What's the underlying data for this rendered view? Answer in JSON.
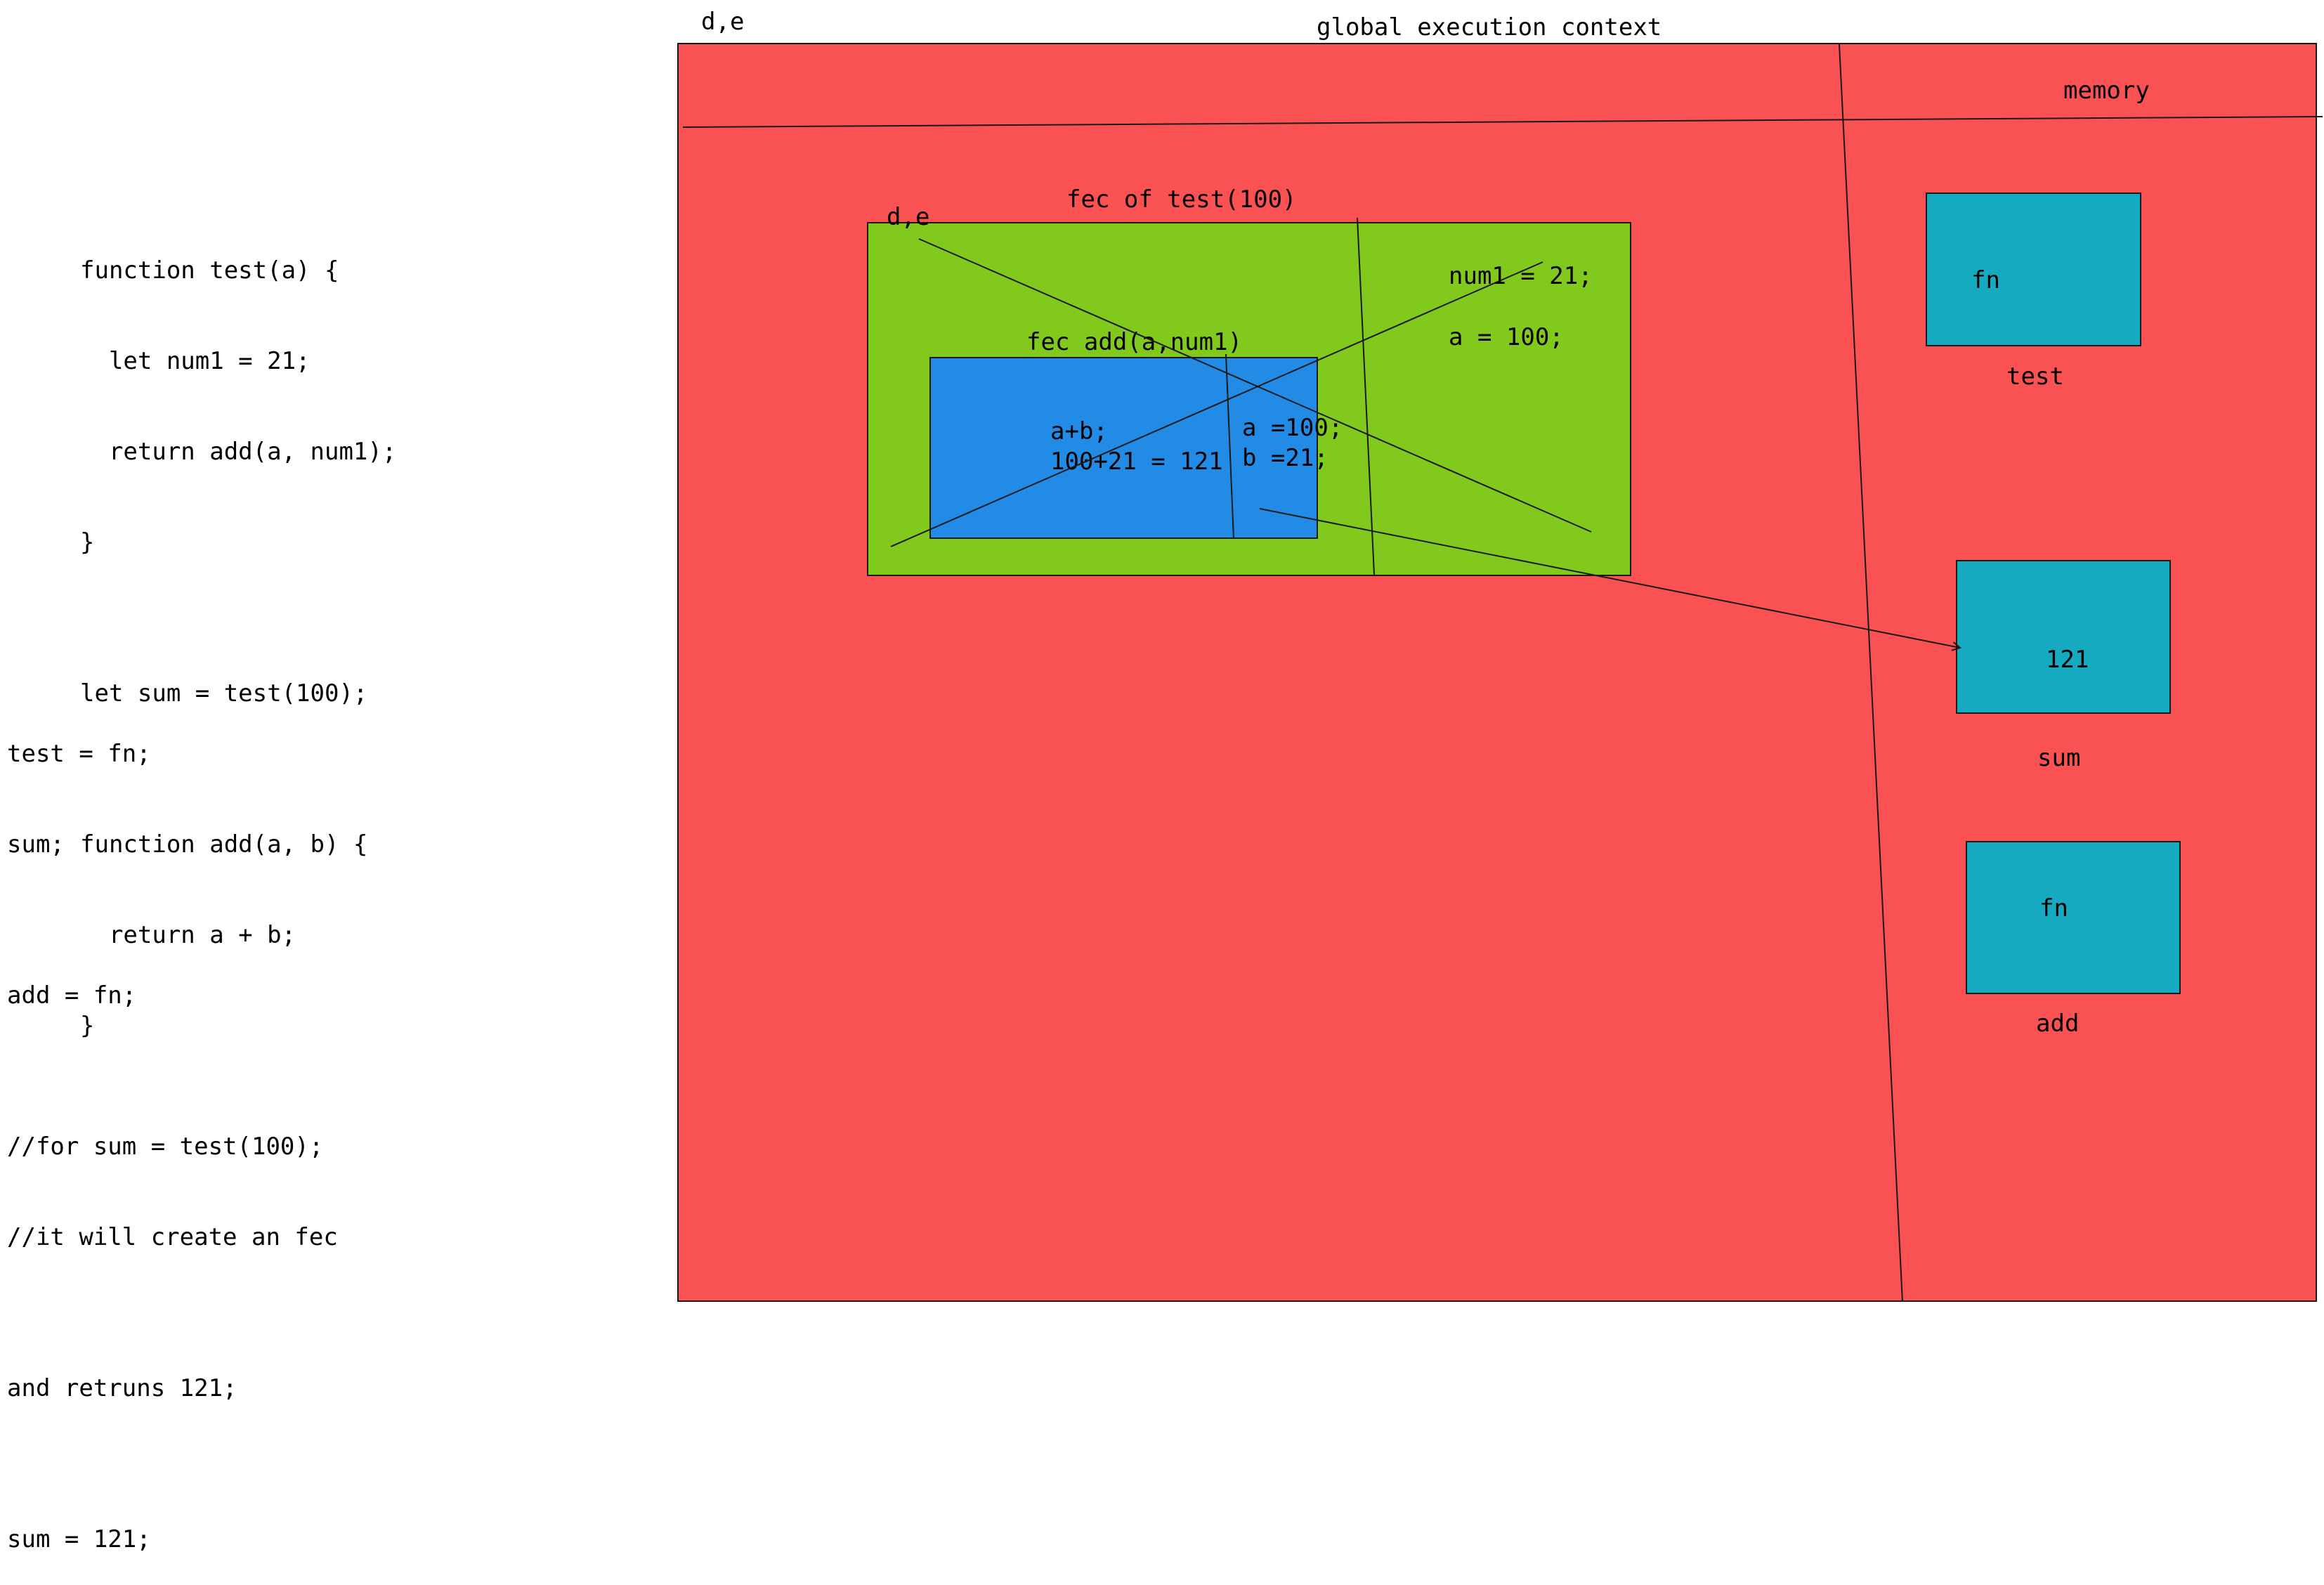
{
  "code": {
    "lines": [
      "function test(a) {",
      "  let num1 = 21;",
      "  return add(a, num1);",
      "}",
      "",
      "let sum = test(100);",
      "",
      "function add(a, b) {",
      "  return a + b;",
      "}"
    ]
  },
  "notes": {
    "lines": [
      "test = fn;",
      "sum;",
      "",
      "add = fn;",
      "",
      "//for sum = test(100);",
      "//it will create an fec",
      "",
      "and retruns 121;",
      "",
      "sum = 121;"
    ]
  },
  "gec": {
    "corner_label": "d,e",
    "title": "global execution context",
    "memory_label": "memory"
  },
  "fec_test": {
    "title": "fec of test(100)",
    "corner_label": "d,e",
    "memory_line1": "num1 = 21;",
    "memory_line2": "a = 100;"
  },
  "fec_add": {
    "title": "fec add(a,num1)",
    "code_line1": "a+b;",
    "code_line2": "100+21 = 121",
    "memory_line1": "a =100;",
    "memory_line2": "b =21;"
  },
  "memory_items": [
    {
      "value": "fn",
      "name": "test"
    },
    {
      "value": "121",
      "name": "sum"
    },
    {
      "value": "fn",
      "name": "add"
    }
  ],
  "colors": {
    "gec_fill": "#fa5252",
    "fec_test_fill": "#82c91e",
    "fec_add_fill": "#228be6",
    "memory_box_fill": "#15aabf",
    "stroke": "#1a1a1a"
  }
}
